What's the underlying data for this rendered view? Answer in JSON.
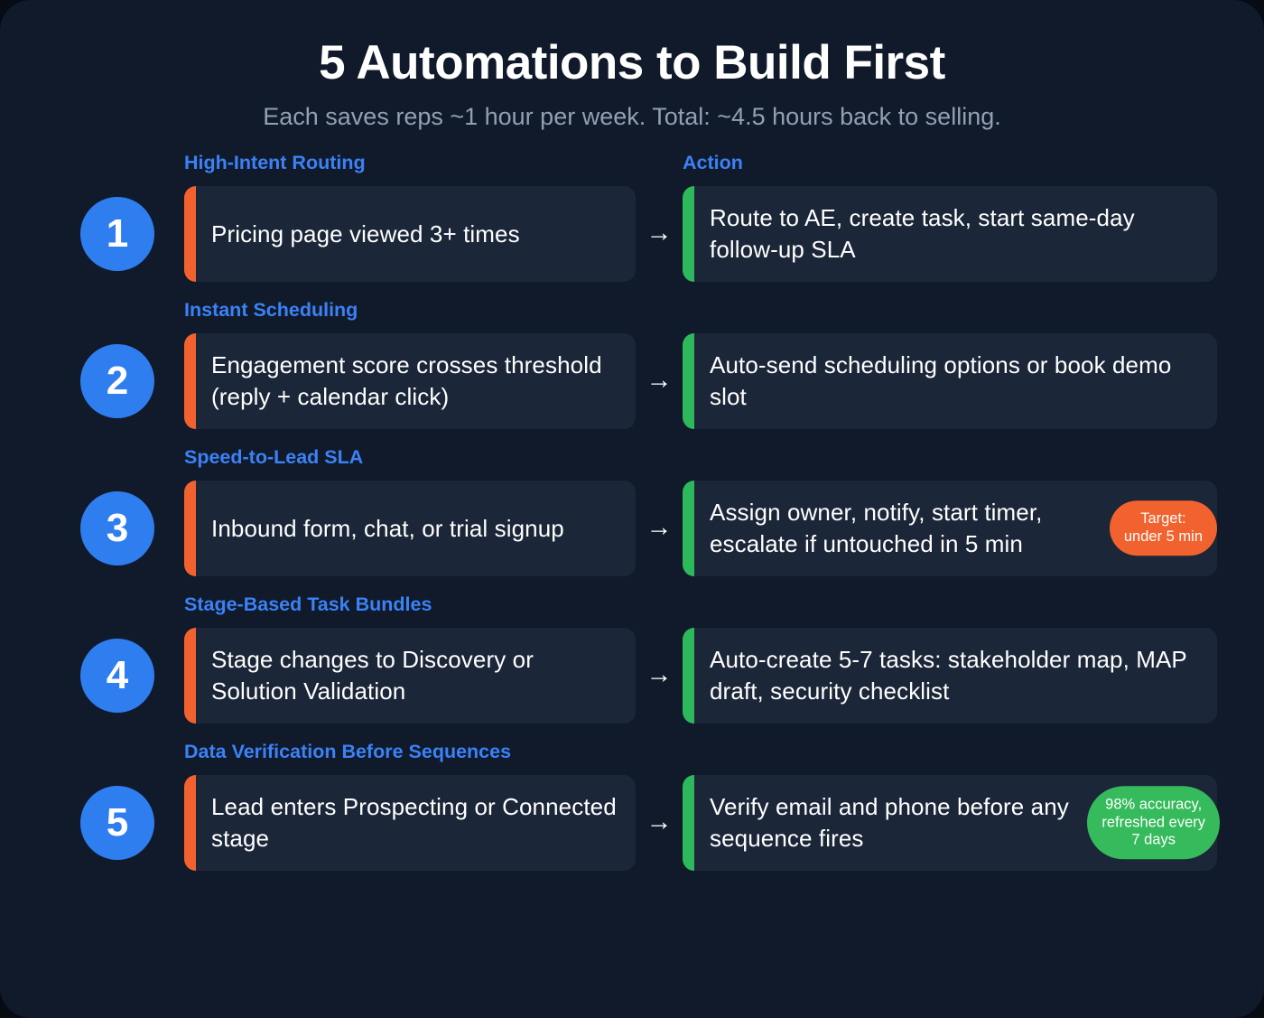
{
  "header": {
    "title": "5 Automations to Build First",
    "subtitle": "Each saves reps ~1 hour per week. Total: ~4.5 hours back to selling."
  },
  "columns": {
    "action_header": "Action"
  },
  "colors": {
    "panel_bg": "#101a2b",
    "card_bg": "#1b2638",
    "accent_blue": "#2f7ef0",
    "label_blue": "#3b82f6",
    "trigger_bar": "#f1622e",
    "action_bar": "#2eb85c",
    "badge_orange": "#f1622e",
    "badge_green": "#35bb5b",
    "title_text": "#ffffff",
    "subtitle_text": "#92a0b4"
  },
  "icons": {
    "arrow": "→",
    "arrow_name": "arrow-right-icon"
  },
  "rows": [
    {
      "number": "1",
      "label": "High-Intent Routing",
      "trigger": "Pricing page viewed 3+ times",
      "action": "Route to AE, create task, start same-day follow-up SLA",
      "badge": null
    },
    {
      "number": "2",
      "label": "Instant Scheduling",
      "trigger": "Engagement score crosses threshold (reply + calendar click)",
      "action": "Auto-send scheduling options or book demo slot",
      "badge": null
    },
    {
      "number": "3",
      "label": "Speed-to-Lead SLA",
      "trigger": "Inbound form, chat, or trial signup",
      "action": "Assign owner, notify, start timer, escalate if untouched in 5 min",
      "badge": {
        "text": "Target:\nunder 5 min",
        "color": "orange"
      }
    },
    {
      "number": "4",
      "label": "Stage-Based Task Bundles",
      "trigger": "Stage changes to Discovery or Solution Validation",
      "action": "Auto-create 5-7 tasks: stakeholder map, MAP draft, security checklist",
      "badge": null
    },
    {
      "number": "5",
      "label": "Data Verification Before Sequences",
      "trigger": "Lead enters Prospecting or Connected stage",
      "action": "Verify email and phone before any sequence fires",
      "badge": {
        "text": "98% accuracy,\nrefreshed every\n7 days",
        "color": "green"
      }
    }
  ]
}
